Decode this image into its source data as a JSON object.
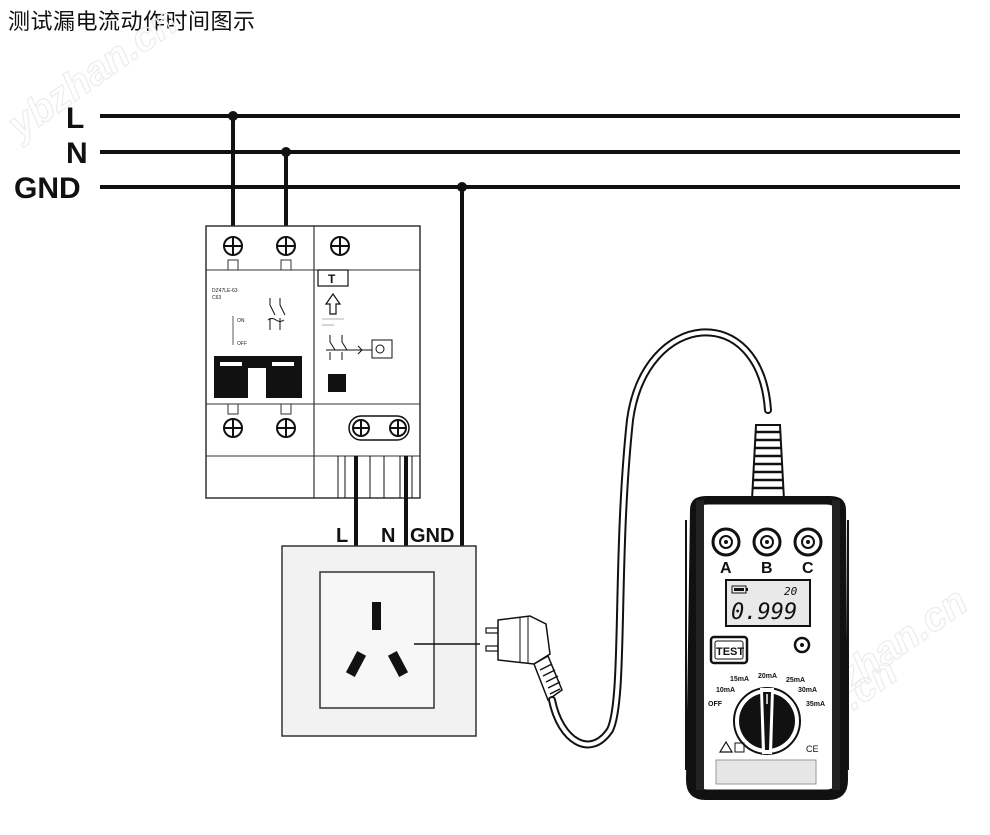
{
  "title": "测试漏电流动作时间图示",
  "bus_labels": [
    "L",
    "N",
    "GND"
  ],
  "socket_labels": [
    "L",
    "N",
    "GND"
  ],
  "breaker": {
    "model": "DZ47LE-63",
    "rating": "C63",
    "on_label": "ON",
    "off_label": "OFF",
    "test_label": "T"
  },
  "tester": {
    "terminals": [
      "A",
      "B",
      "C"
    ],
    "lcd_value": "0.999",
    "lcd_range": "20",
    "test_button": "TEST",
    "selector_options": [
      "OFF",
      "10mA",
      "15mA",
      "20mA",
      "25mA",
      "30mA",
      "35mA"
    ],
    "ce_mark": "CE"
  },
  "watermarks": [
    "ybzhan.cn",
    "ybzhan.cn",
    "ybzhan.cn"
  ]
}
